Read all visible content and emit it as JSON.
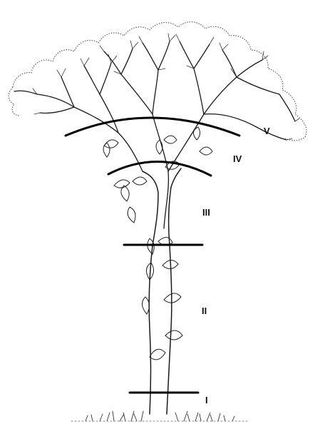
{
  "figure": {
    "zones": [
      {
        "id": "I",
        "label": "I"
      },
      {
        "id": "II",
        "label": "II"
      },
      {
        "id": "III",
        "label": "III"
      },
      {
        "id": "IV",
        "label": "IV"
      },
      {
        "id": "V",
        "label": "V"
      }
    ]
  },
  "colors": {
    "line": "#111111",
    "canopy_outline": "#555555",
    "background": "#ffffff"
  }
}
